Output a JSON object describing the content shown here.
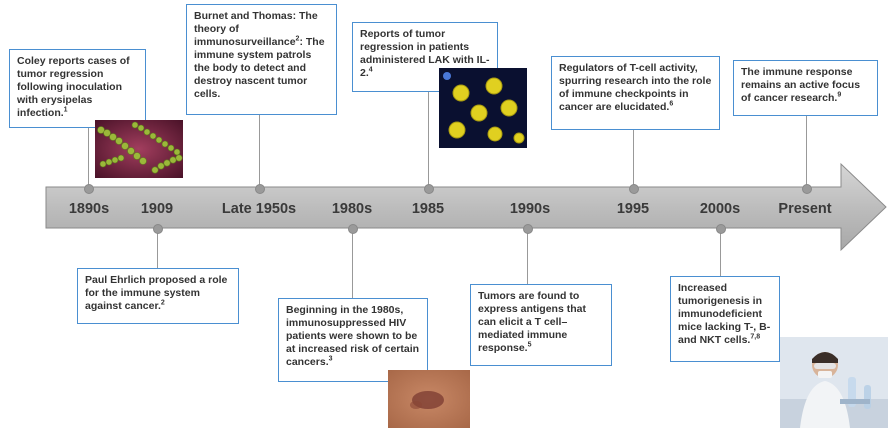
{
  "timeline": {
    "labels": [
      "1890s",
      "1909",
      "Late 1950s",
      "1980s",
      "1985",
      "1990s",
      "1995",
      "2000s",
      "Present"
    ]
  },
  "events": {
    "coley": {
      "text": "Coley reports cases of tumor regression following inoculation with erysipelas infection.",
      "ref": "1"
    },
    "ehrlich": {
      "text": "Paul Ehrlich proposed a role for the immune system against cancer.",
      "ref": "2"
    },
    "burnet_a": "Burnet and Thomas: The theory of immunosurveillance",
    "burnet_ref": "2",
    "burnet_b": ": The immune system patrols the body to detect and destroy nascent tumor cells.",
    "hiv": {
      "text": "Beginning in the 1980s, immunosuppressed HIV patients were shown to be at increased risk of certain cancers.",
      "ref": "3"
    },
    "lak": {
      "text": "Reports of tumor regression in patients administered LAK with IL-2.",
      "ref": "4"
    },
    "antigens": {
      "text": "Tumors are found to express antigens that can elicit a T cell–mediated immune response.",
      "ref": "5"
    },
    "checkpoints": {
      "text": "Regulators of T-cell activity, spurring research into the role of immune checkpoints in cancer are elucidated.",
      "ref": "6"
    },
    "mice": {
      "text": "Increased tumorigenesis in immunodeficient mice lacking T-, B- and NKT cells.",
      "ref": "7,8"
    },
    "present": {
      "text": "The immune response remains an active focus of cancer research.",
      "ref": "9"
    }
  },
  "colors": {
    "box_border": "#4a8fd1",
    "arrow_fill": "#bdbdbd",
    "arrow_stroke": "#8a8a8a"
  }
}
